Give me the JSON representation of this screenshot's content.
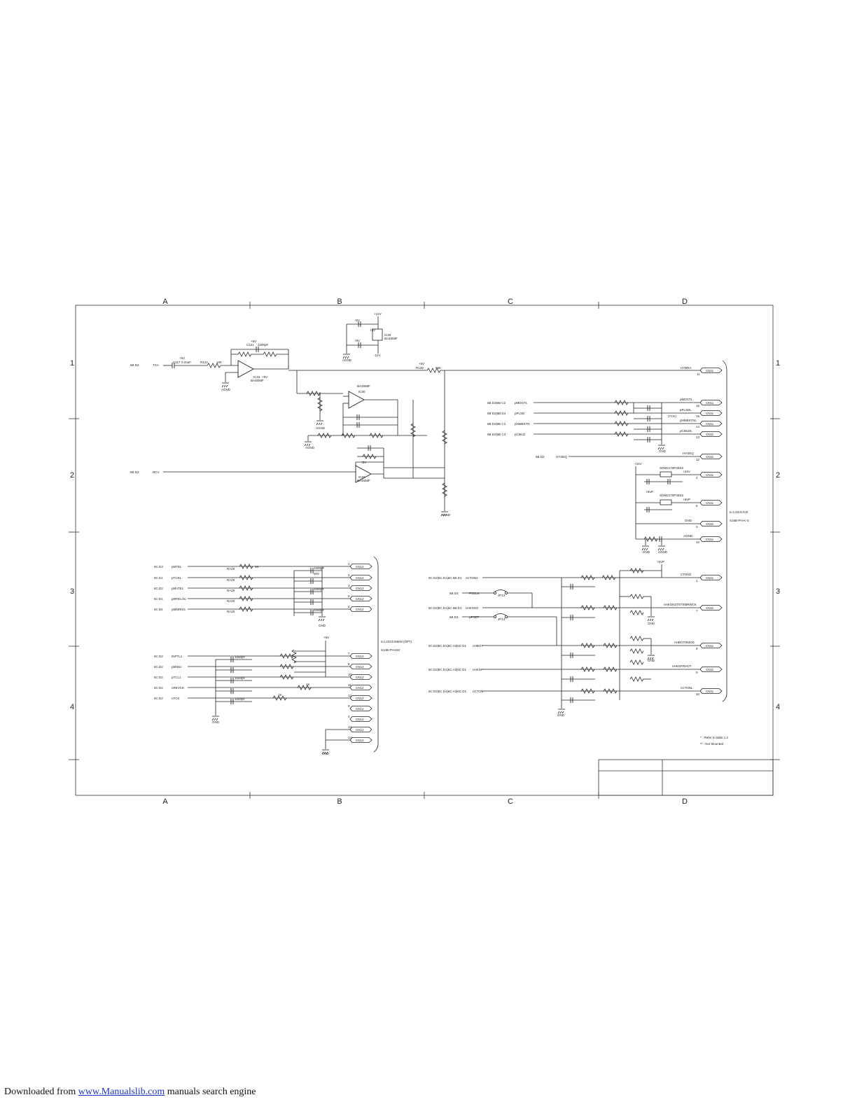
{
  "grid": {
    "cols": [
      "A",
      "B",
      "C",
      "D"
    ],
    "rows": [
      "1",
      "2",
      "3",
      "4"
    ]
  },
  "left_block": {
    "in_tx": "TXA",
    "in_tx_ref": "6B D2",
    "in_rx": "RCV",
    "in_rx_ref": "6B D2",
    "ic_a_ref": "IC31",
    "ic_a_part": "BA4558F",
    "ic_b_ref": "IC30",
    "ic_b_part": "BA4558F",
    "ic_c_ref": "IC33",
    "ic_c_part": "BA4558F",
    "ic_reg_ref": "IC25",
    "ic_reg_part": "BA4558F",
    "supply_plus5": "+5V",
    "supply_plus12": "+12V",
    "supply_minus12": "-12V",
    "agnd": "AGND",
    "hybrid_out": "HYBRA",
    "hybrid_conn": "CN11",
    "hybrid_pin": "11",
    "r_in": "R124",
    "r_in_val": "10K",
    "c_in": "C117",
    "c_in_val": "0.22uF",
    "c_feed": "C121",
    "c_feed_val": "2200pF",
    "r_out": "R129",
    "r_out_val": "68K"
  },
  "right_top": {
    "signals": [
      {
        "ref": "6B D2|6B C2",
        "name": "pMDGTL",
        "net": "pMDGTL",
        "pin": "16"
      },
      {
        "ref": "6B D2|6B D4",
        "name": "pPLSD",
        "net": "pPLSDL",
        "pin": "15"
      },
      {
        "ref": "6B D2|6B C3",
        "name": "pNMBSTN",
        "net": "pNMBSTNL",
        "pin": "14"
      },
      {
        "ref": "6B D2|6B C3",
        "name": "pCMLD",
        "net": "pCMLDL",
        "pin": "13"
      }
    ],
    "hyseq_ref": "6B D2",
    "hyseq_name": "HYSEQ",
    "hyseq_pin": "12",
    "pow1": "+24V",
    "pow2": "+5VP",
    "gnd_label": "GND",
    "agnd_label": "AGND",
    "pin_24": "4",
    "pin_5vp": "5",
    "pin_gnd": "3",
    "pin_agnd": "10",
    "conn": "CN11",
    "conn_title": "to LOGIC/CE",
    "conn_part": "S16B-PH-K-S",
    "tck_note": "(TCK)",
    "fuse_part": "SOM2170P30SS"
  },
  "left_bottom": {
    "signals_top": [
      {
        "ref": "6C D3",
        "name": "pMTEL",
        "pin": "1"
      },
      {
        "ref": "6C D1",
        "name": "pTCRL",
        "pin": "2"
      },
      {
        "ref": "6C D2",
        "name": "pMATEL",
        "pin": "3"
      },
      {
        "ref": "6C D1",
        "name": "pMTELOC",
        "pin": "5"
      },
      {
        "ref": "6C B4",
        "name": "pMMRNG",
        "pin": "6"
      }
    ],
    "signals_bottom": [
      {
        "ref": "6C D2",
        "name": "INPTL1",
        "pin": "7"
      },
      {
        "ref": "6C D2",
        "name": "pMSBJ",
        "pin": "8"
      },
      {
        "ref": "6C D2",
        "name": "pTCL1",
        "pin": "10"
      },
      {
        "ref": "6C D2",
        "name": "nREVCK",
        "pin": "11"
      },
      {
        "ref": "6C D2",
        "name": "nTCK",
        "pin": "12"
      }
    ],
    "extra_pins": [
      "4",
      "9",
      "13",
      "14"
    ],
    "conn": "CN12",
    "conn_title": "to LOGIC/MEM (OPT)",
    "conn_part": "S14B-PH-KM",
    "rnet": "RA20",
    "rval": "1K",
    "cval": "1000pF",
    "vval": "50V",
    "pwr": "+5V",
    "gnd": "GND"
  },
  "right_bottom": {
    "signals": [
      {
        "ref": "6C D2|6C D1|6C B5 D1",
        "name": "nCTON2",
        "net": "CTON2",
        "pin": "1"
      },
      {
        "ref": "6B D3",
        "name": "PSCLK",
        "net": "",
        "pin": ""
      },
      {
        "ref": "6C D2|6C D1|6C B5 D1",
        "name": "nHKON2",
        "net": "nHKON2TSTSMRWCK",
        "pin": "7"
      },
      {
        "ref": "6B D3",
        "name": "pPSET",
        "net": "",
        "pin": ""
      },
      {
        "ref": "6C D2|6C D1|6C A2|6C D1",
        "name": "nHBOT",
        "net": "nHBOTRMOD",
        "pin": "8"
      },
      {
        "ref": "6C D2|6C D1|6C A2|6C D1",
        "name": "nHKOF",
        "net": "nHKOFRHOT",
        "pin": "9"
      },
      {
        "ref": "6C D2|6C D1|6C A2|6C D1",
        "name": "nCTON",
        "net": "nCTONL",
        "pin": "10"
      }
    ],
    "conn": "CN11",
    "jp1": "JP13",
    "jp2": "JP14",
    "pwr": "+5VP",
    "gnd": "GND"
  },
  "notes": {
    "note1": "* : Refer to table 1,2",
    "note2": "** : Not Mounted"
  },
  "footer": {
    "prefix": "Downloaded from",
    "link": "www.Manualslib.com",
    "suffix": "manuals search engine"
  }
}
